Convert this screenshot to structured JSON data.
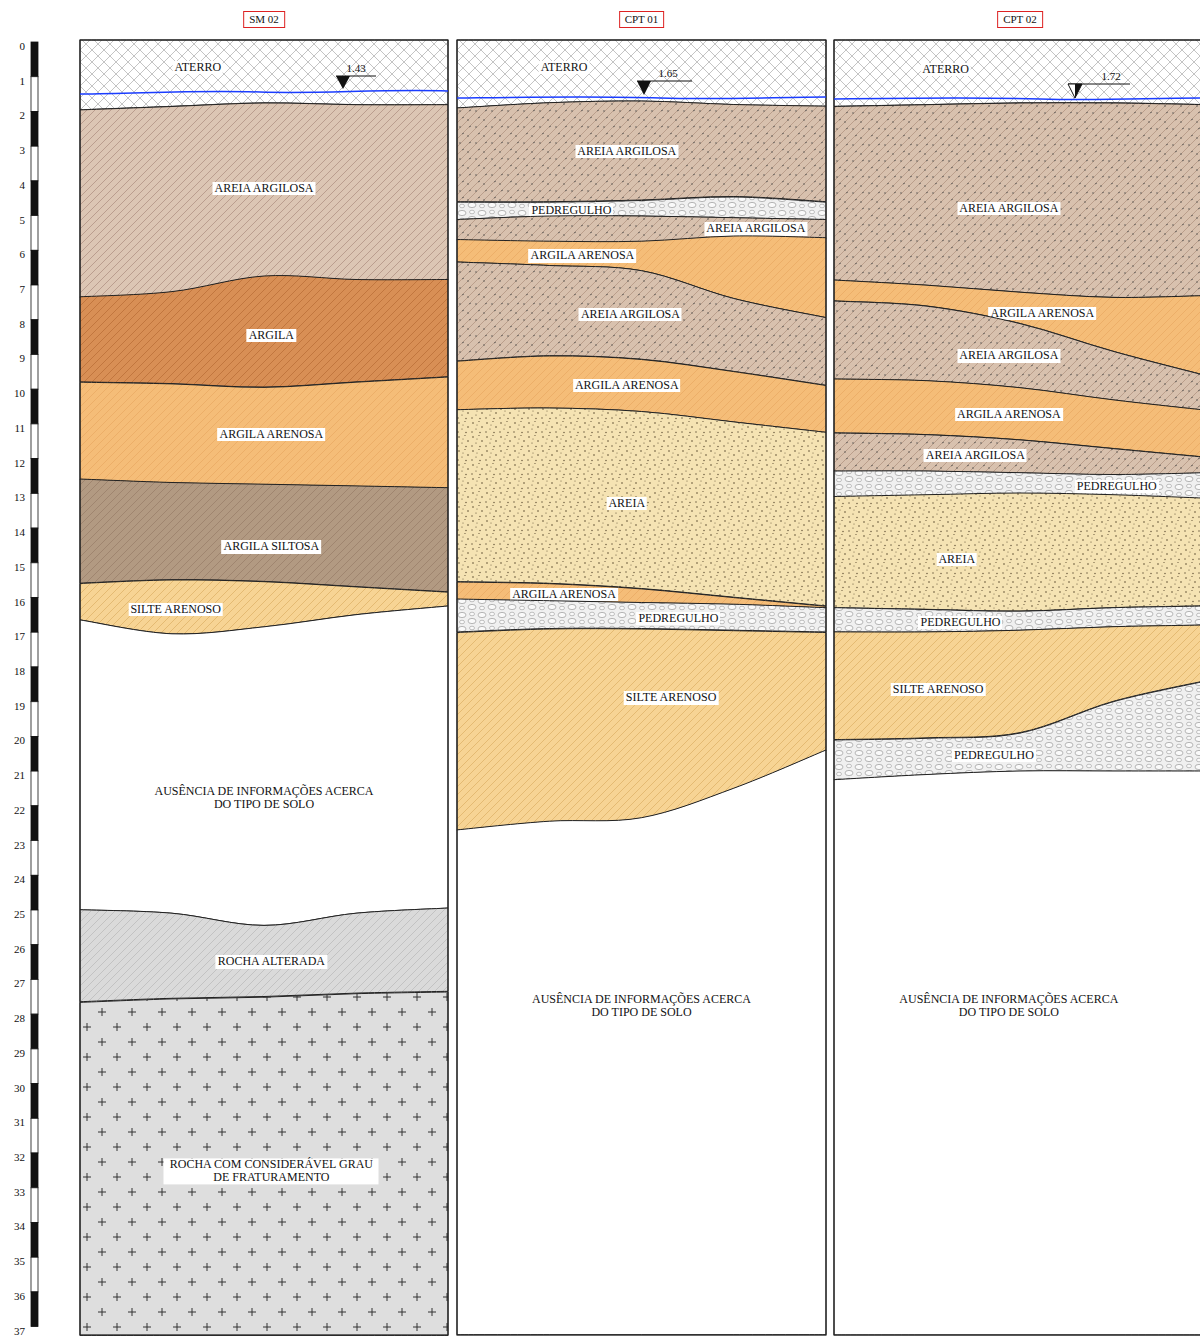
{
  "diagram": {
    "nodes": [
      {
        "text": [
          "SM 02"
        ]
      },
      {
        "text": [
          "ATERRO"
        ],
        "in": 0
      },
      {
        "text": [
          "AREIA ARGILOSA"
        ],
        "in": 0
      },
      {
        "text": [
          "ARGILA"
        ],
        "in": 0
      },
      {
        "text": [
          "ARGILA ARENOSA"
        ],
        "in": 0
      },
      {
        "text": [
          "ARGILA SILTOSA"
        ],
        "in": 0
      },
      {
        "text": [
          "SILTE ARENOSO"
        ],
        "in": 0
      },
      {
        "text": [
          "AUSÊNCIA DE INFORMAÇÕES ACERCA DO TIPO DE SOLO"
        ],
        "in": 0
      },
      {
        "text": [
          "ROCHA ALTERADA"
        ],
        "in": 0
      },
      {
        "text": [
          "ROCHA COM CONSIDERÁVEL GRAU DE FRATURAMENTO"
        ],
        "in": 0
      },
      {
        "text": [
          "CPT 01"
        ]
      },
      {
        "text": [
          "ATERRO"
        ],
        "in": 10
      },
      {
        "text": [
          "AREIA ARGILOSA"
        ],
        "in": 10
      },
      {
        "text": [
          "PEDREGULHO"
        ],
        "in": 10
      },
      {
        "text": [
          "AREIA ARGILOSA"
        ],
        "in": 10
      },
      {
        "text": [
          "ARGILA ARENOSA"
        ],
        "in": 10
      },
      {
        "text": [
          "AREIA ARGILOSA"
        ],
        "in": 10
      },
      {
        "text": [
          "ARGILA ARENOSA"
        ],
        "in": 10
      },
      {
        "text": [
          "AREIA"
        ],
        "in": 10
      },
      {
        "text": [
          "ARGILA ARENOSA"
        ],
        "in": 10
      },
      {
        "text": [
          "PEDREGULHO"
        ],
        "in": 10
      },
      {
        "text": [
          "SILTE ARENOSO"
        ],
        "in": 10
      },
      {
        "text": [
          "AUSÊNCIA DE INFORMAÇÕES ACERCA DO TIPO DE SOLO"
        ],
        "in": 10
      },
      {
        "text": [
          "CPT 02"
        ]
      },
      {
        "text": [
          "ATERRO"
        ],
        "in": 23
      },
      {
        "text": [
          "AREIA ARGILOSA"
        ],
        "in": 23
      },
      {
        "text": [
          "ARGILA ARENOSA"
        ],
        "in": 23
      },
      {
        "text": [
          "AREIA ARGILOSA"
        ],
        "in": 23
      },
      {
        "text": [
          "ARGILA ARENOSA"
        ],
        "in": 23
      },
      {
        "text": [
          "AREIA ARGILOSA"
        ],
        "in": 23
      },
      {
        "text": [
          "PEDREGULHO"
        ],
        "in": 23
      },
      {
        "text": [
          "AREIA"
        ],
        "in": 23
      },
      {
        "text": [
          "PEDREGULHO"
        ],
        "in": 23
      },
      {
        "text": [
          "SILTE ARENOSO"
        ],
        "in": 23
      },
      {
        "text": [
          "PEDREGULHO"
        ],
        "in": 23
      },
      {
        "text": [
          "AUSÊNCIA DE INFORMAÇÕES ACERCA DO TIPO DE SOLO"
        ],
        "in": 23
      }
    ],
    "labels": [
      "0",
      "1",
      "2",
      "3",
      "4",
      "5",
      "6",
      "7",
      "8",
      "9",
      "10",
      "11",
      "12",
      "13",
      "14",
      "15",
      "16",
      "17",
      "18",
      "19",
      "20",
      "21",
      "22",
      "23",
      "24",
      "25",
      "26",
      "27",
      "28",
      "29",
      "30",
      "31",
      "32",
      "33",
      "34",
      "35",
      "36",
      "37",
      "1.43",
      "1.65",
      "1.72"
    ]
  }
}
